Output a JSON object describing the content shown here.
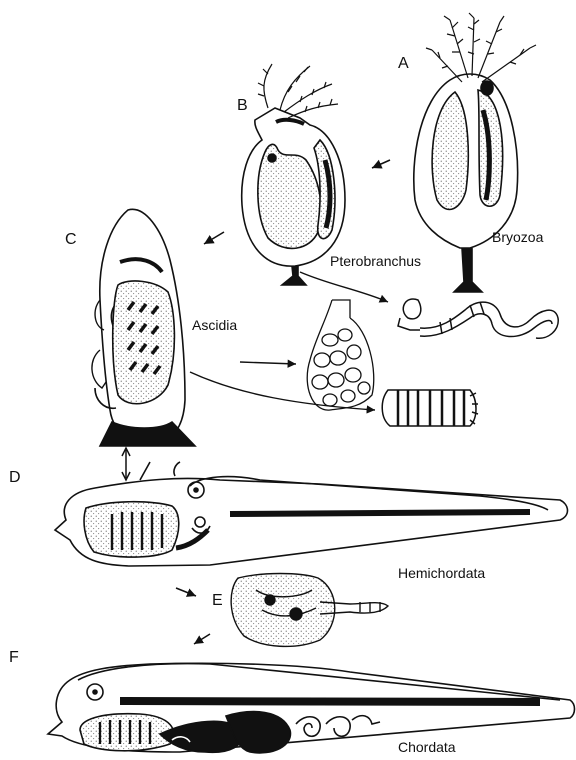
{
  "labels": {
    "a": "A",
    "b": "B",
    "c": "C",
    "d": "D",
    "e": "E",
    "f": "F",
    "bryozoa": "Bryozoa",
    "pterobranchus": "Pterobranchus",
    "ascidia": "Ascidia",
    "hemichordata": "Hemichordata",
    "chordata": "Chordata"
  }
}
